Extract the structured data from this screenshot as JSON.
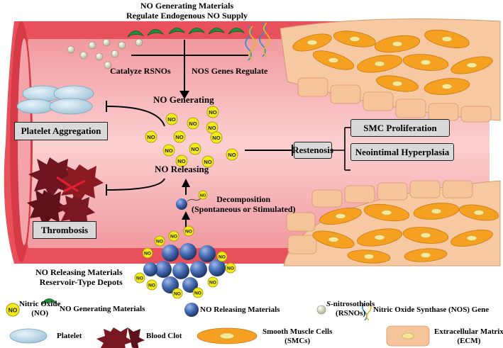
{
  "top": {
    "line1": "NO Generating Materials",
    "line2": "Regulate Endogenous NO Supply"
  },
  "pathway": {
    "catalyze": "Catalyze RSNOs",
    "nos_genes": "NOS Genes Regulate",
    "generating": "NO Generating",
    "releasing": "NO Releasing",
    "decomposition_1": "Decomposition",
    "decomposition_2": "(Spontaneous or Stimulated)",
    "reservoir_1": "NO Releasing Materials",
    "reservoir_2": "Reservoir-Type Depots",
    "no_label": "NO"
  },
  "boxes": {
    "platelet_aggregation": "Platelet Aggregation",
    "thrombosis": "Thrombosis",
    "restenosis": "Restenosis",
    "smc_proliferation": "SMC Proliferation",
    "neointimal": "Neointimal Hyperplasia"
  },
  "legend": {
    "no_1": "Nitric Oxide",
    "no_2": "(NO)",
    "gen": "NO Generating Materials",
    "rel": "NO Releasing Materials",
    "rsno_1_italic": "S",
    "rsno_1_rest": "-nitrosothiols",
    "rsno_2": "(RSNOs)",
    "nos": "Nitric Oxide Synthase (NOS) Gene",
    "platelet": "Platelet",
    "clot": "Blood Clot",
    "smc_1": "Smooth Muscle Cells",
    "smc_2": "(SMCs)",
    "ecm_1": "Extracellular Matrix",
    "ecm_2": "(ECM)"
  },
  "colors": {
    "vessel_wall": "#e8505b",
    "lumen": "#f6b1b3",
    "no_yellow": "#f2ea1a",
    "gen_green": "#1f8f3a",
    "rel_blue": "#3b5fa8",
    "smc_orange": "#f5a020",
    "ecm_peach": "#f7c9a2",
    "clot_red": "#8b1a22",
    "platelet_blue": "#bcd7e6"
  }
}
